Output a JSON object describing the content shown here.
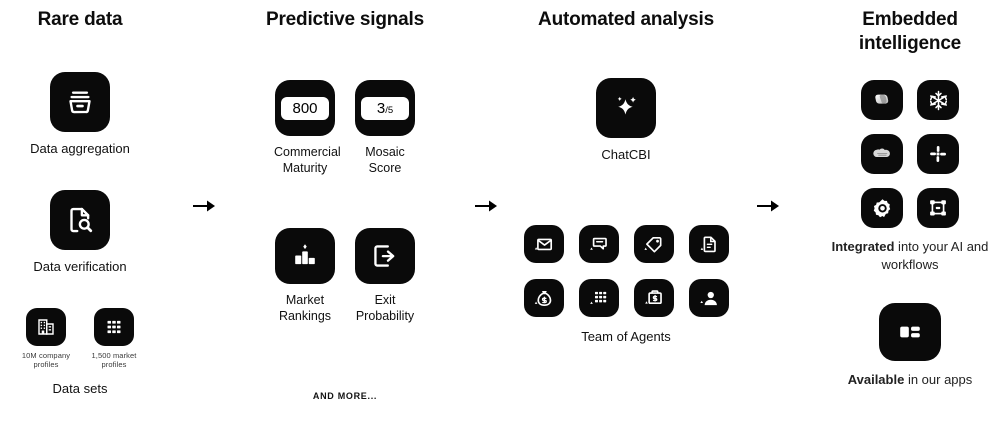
{
  "columns": [
    {
      "id": "rare-data",
      "title": "Rare data",
      "blocks": [
        {
          "id": "data-aggregation",
          "icon": "bucket-stack-icon",
          "caption": "Data aggregation"
        },
        {
          "id": "data-verification",
          "icon": "document-search-icon",
          "caption": "Data verification"
        },
        {
          "id": "data-sets",
          "caption": "Data sets",
          "items": [
            {
              "icon": "office-building-icon",
              "label": "10M company profiles"
            },
            {
              "icon": "grid-dots-icon",
              "label": "1,500 market profiles"
            }
          ]
        }
      ]
    },
    {
      "id": "predictive-signals",
      "title": "Predictive signals",
      "rows": [
        [
          {
            "id": "commercial-maturity",
            "badge": {
              "num": "800",
              "den": ""
            },
            "caption": "Commercial\nMaturity"
          },
          {
            "id": "mosaic-score",
            "badge": {
              "num": "3",
              "den": "/5"
            },
            "caption": "Mosaic\nScore"
          }
        ],
        [
          {
            "id": "market-rankings",
            "icon": "podium-chart-icon",
            "caption": "Market\nRankings"
          },
          {
            "id": "exit-probability",
            "icon": "exit-arrow-icon",
            "caption": "Exit\nProbability"
          }
        ]
      ],
      "footer": "AND MORE..."
    },
    {
      "id": "automated-analysis",
      "title": "Automated analysis",
      "chat": {
        "id": "chatcbi",
        "icon": "sparkle-icon",
        "caption": "ChatCBI"
      },
      "team": {
        "caption": "Team of Agents",
        "agents": [
          {
            "icon": "mail-agent-icon"
          },
          {
            "icon": "chat-bubbles-agent-icon"
          },
          {
            "icon": "deal-tag-agent-icon"
          },
          {
            "icon": "document-agent-icon"
          },
          {
            "icon": "money-bag-agent-icon"
          },
          {
            "icon": "grid-agent-icon"
          },
          {
            "icon": "briefcase-dollar-agent-icon"
          },
          {
            "icon": "person-agent-icon"
          }
        ]
      }
    },
    {
      "id": "embedded-intelligence",
      "title": "Embedded\nintelligence",
      "integrations": {
        "icons": [
          {
            "icon": "copilot-icon"
          },
          {
            "icon": "snowflake-icon"
          },
          {
            "icon": "salesforce-cloud-icon"
          },
          {
            "icon": "slack-icon"
          },
          {
            "icon": "gear-api-icon"
          },
          {
            "icon": "workflow-nodes-icon"
          }
        ],
        "caption_bold": "Integrated",
        "caption_rest": " into your AI and workflows"
      },
      "app": {
        "icon": "app-window-icon",
        "caption_bold": "Available",
        "caption_rest": " in our apps"
      }
    }
  ],
  "arrows": [
    {
      "id": "arrow-1"
    },
    {
      "id": "arrow-2"
    },
    {
      "id": "arrow-3"
    }
  ],
  "colors": {
    "tile_bg": "#0a0a0a",
    "page_bg": "#ffffff",
    "text": "#111111"
  }
}
